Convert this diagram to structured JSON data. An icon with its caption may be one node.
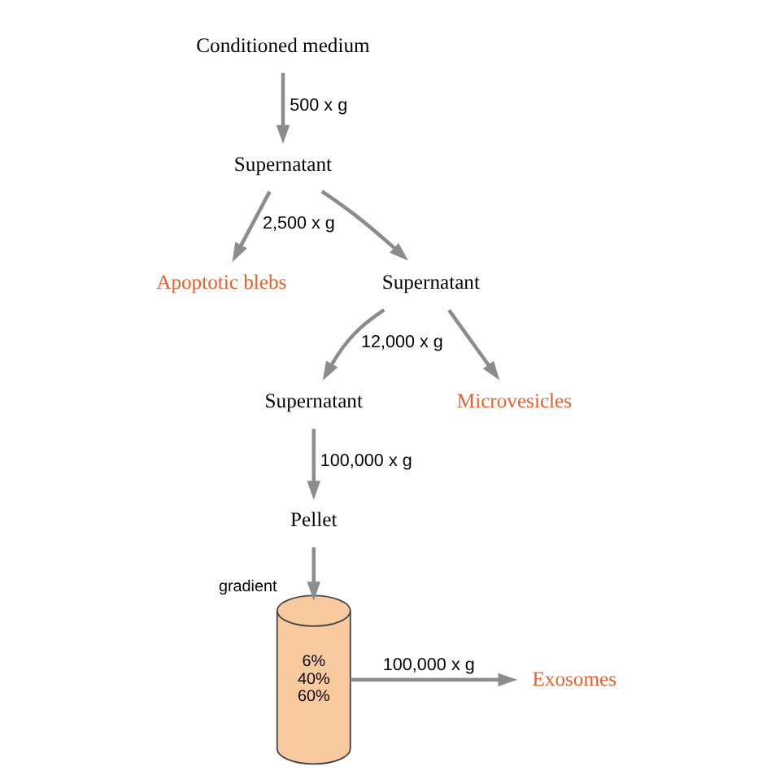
{
  "diagram": {
    "nodes": [
      {
        "text": [
          "Conditioned medium"
        ]
      },
      {
        "text": [
          "Supernatant"
        ]
      },
      {
        "text": [
          "Apoptotic blebs"
        ]
      },
      {
        "text": [
          "Supernatant"
        ]
      },
      {
        "text": [
          "Supernatant"
        ]
      },
      {
        "text": [
          "Microvesicles"
        ]
      },
      {
        "text": [
          "Pellet"
        ]
      },
      {
        "text": [
          "6%",
          "40%",
          "60%"
        ],
        "beside": [
          "gradient"
        ]
      },
      {
        "text": [
          "Exosomes"
        ]
      }
    ],
    "edges": [
      {
        "from": 0,
        "to": 1,
        "arrow": "to",
        "label": "500 x g"
      },
      {
        "from": 1,
        "to": 2,
        "arrow": "to",
        "label": "2,500 x g"
      },
      {
        "from": 1,
        "to": 3,
        "arrow": "to"
      },
      {
        "from": 3,
        "to": 4,
        "arrow": "to",
        "label": "12,000 x g"
      },
      {
        "from": 3,
        "to": 5,
        "arrow": "to"
      },
      {
        "from": 4,
        "to": 6,
        "arrow": "to",
        "label": "100,000 x g"
      },
      {
        "from": 6,
        "to": 7,
        "arrow": "to"
      },
      {
        "from": 7,
        "to": 8,
        "arrow": "to",
        "label": "100,000 x g"
      }
    ]
  }
}
